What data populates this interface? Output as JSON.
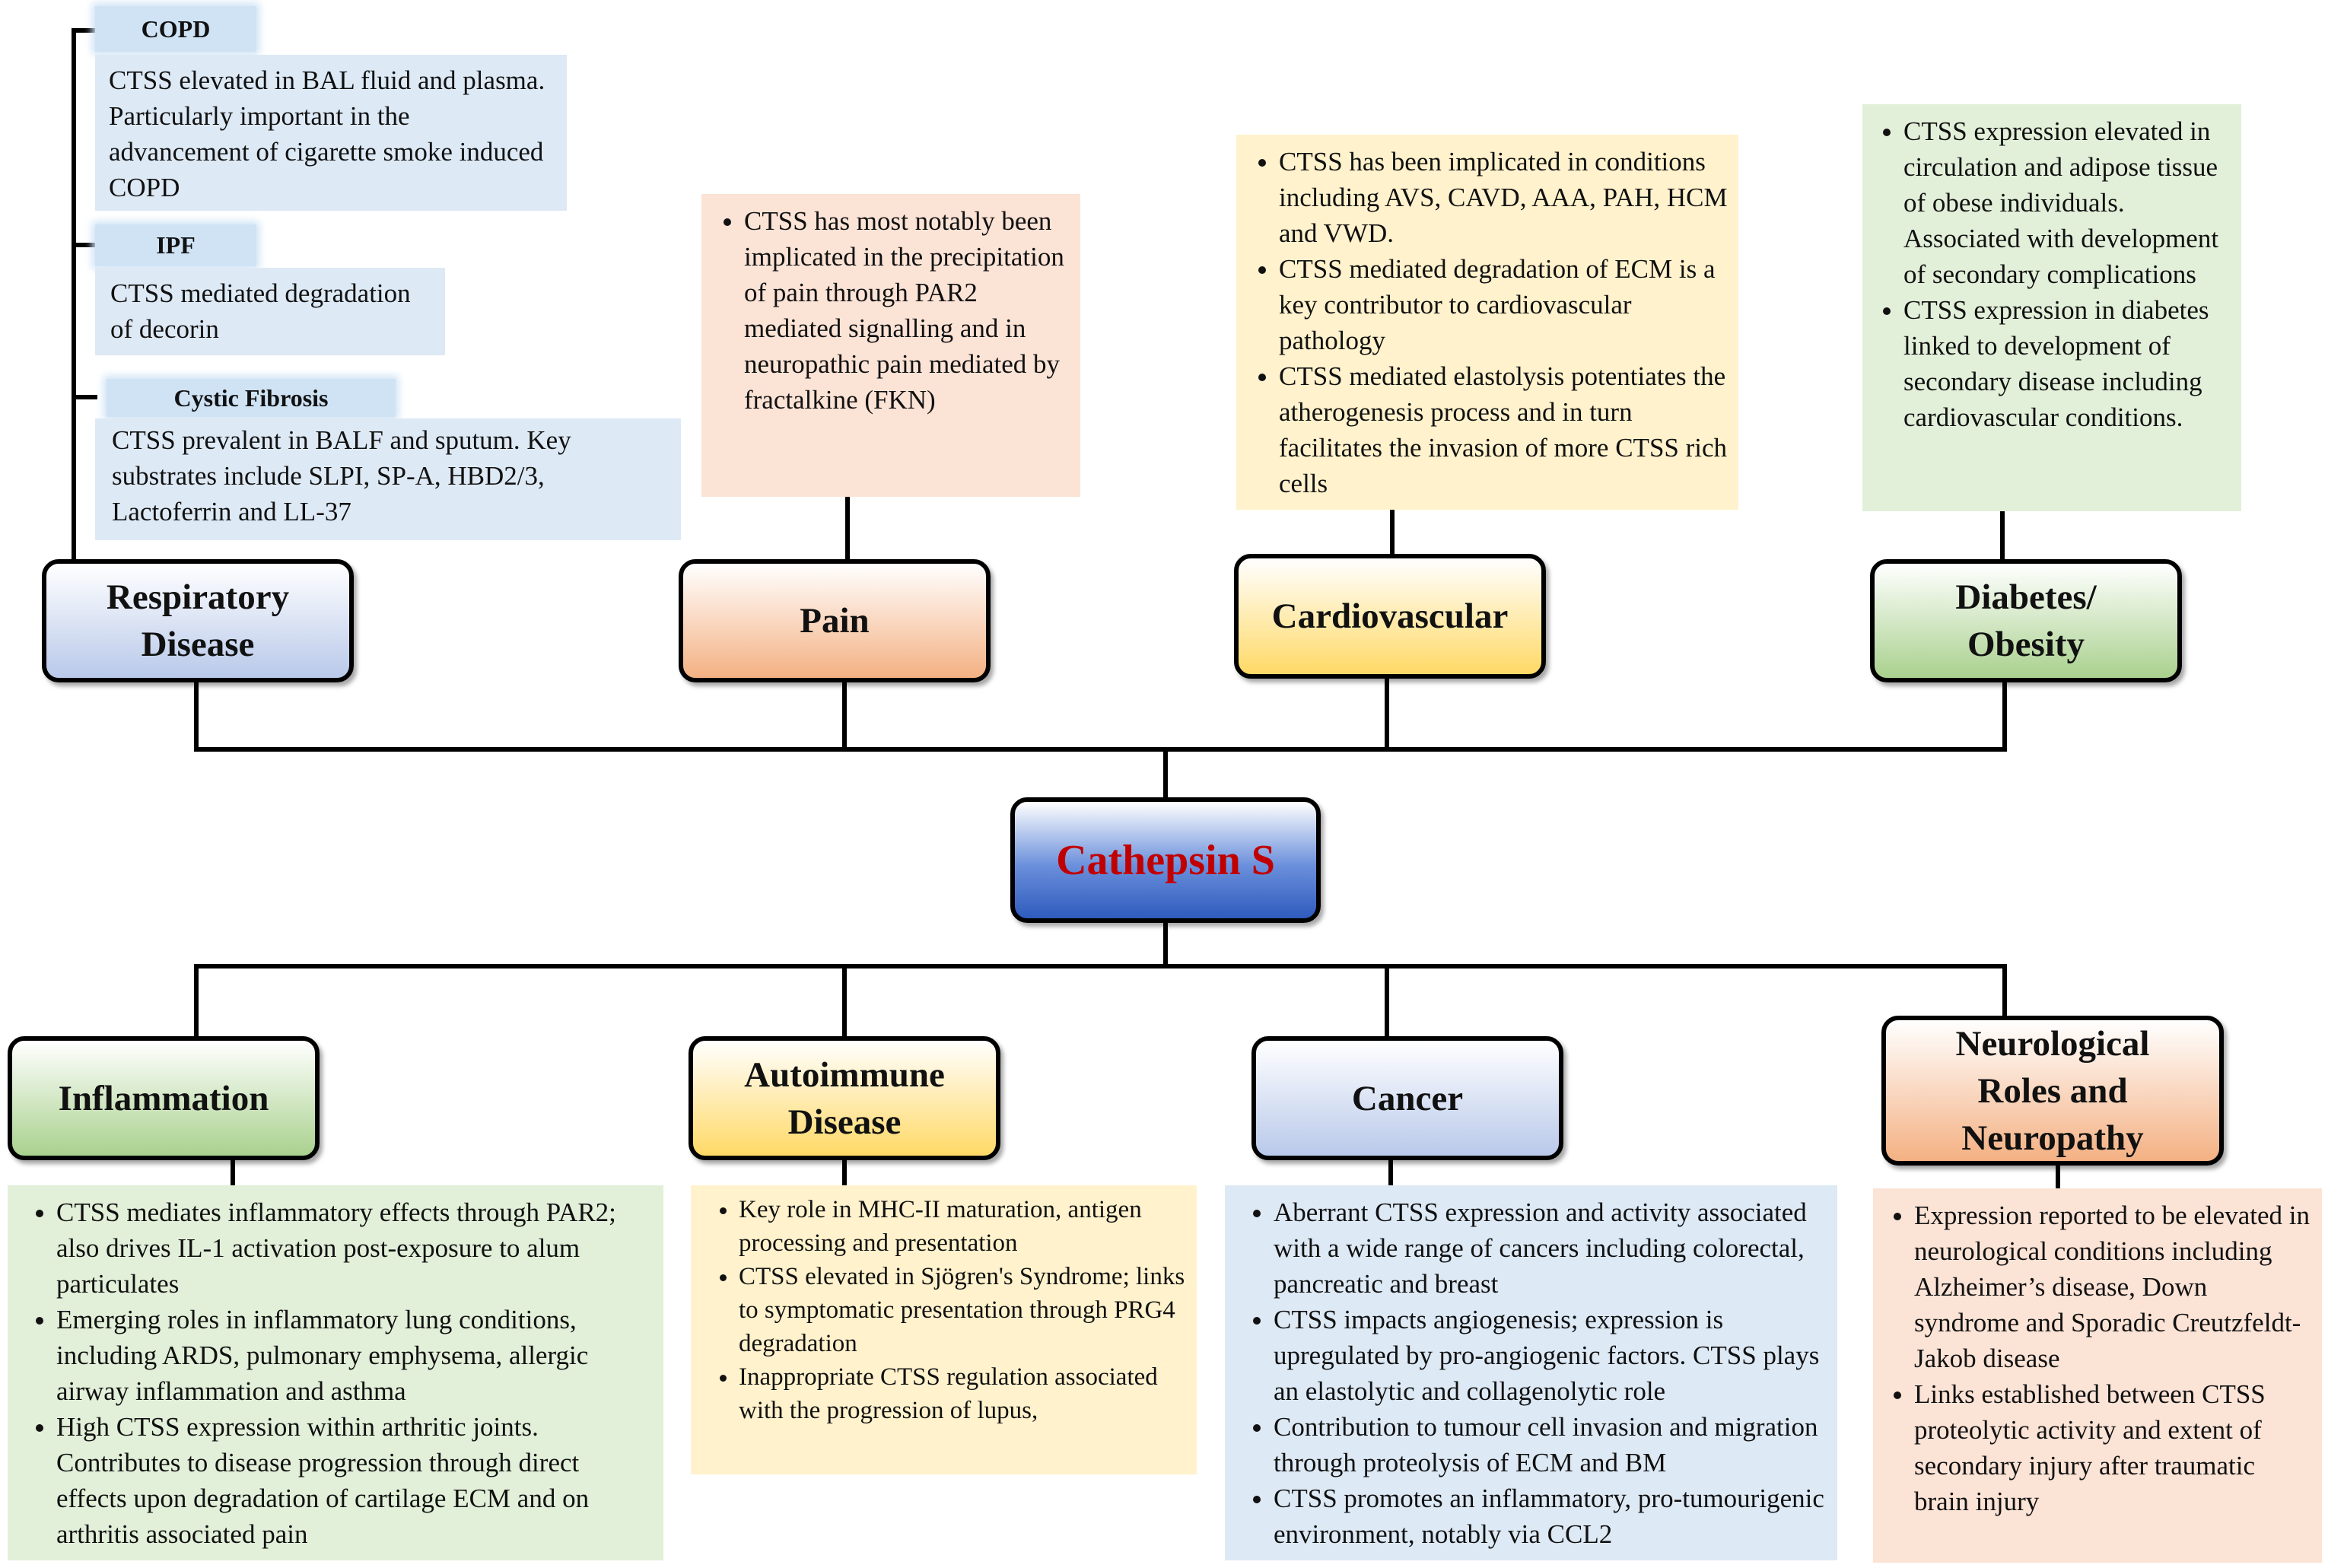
{
  "center": {
    "label": "Cathepsin S"
  },
  "nodes": {
    "respiratory": "Respiratory Disease",
    "pain": "Pain",
    "cardiovascular": "Cardiovascular",
    "diabetes": "Diabetes/ Obesity",
    "inflammation": "Inflammation",
    "autoimmune": "Autoimmune Disease",
    "cancer": "Cancer",
    "neurological": "Neurological Roles and Neuropathy"
  },
  "respiratory_sub": [
    {
      "tab": "COPD",
      "text": "CTSS elevated in BAL fluid and plasma. Particularly important in the advancement of cigarette smoke induced COPD"
    },
    {
      "tab": "IPF",
      "text": "CTSS mediated degradation of decorin"
    },
    {
      "tab": "Cystic Fibrosis",
      "text": "CTSS prevalent in BALF and sputum. Key substrates include SLPI, SP-A, HBD2/3, Lactoferrin and LL-37"
    }
  ],
  "notes": {
    "pain": [
      "CTSS has most notably been implicated in the precipitation of pain through PAR2 mediated signalling and in neuropathic pain mediated by fractalkine (FKN)"
    ],
    "cardiovascular": [
      "CTSS has been implicated in conditions including AVS, CAVD, AAA, PAH, HCM and VWD.",
      "CTSS mediated degradation of ECM is a key contributor to cardiovascular pathology",
      "CTSS mediated elastolysis potentiates the atherogenesis process and in turn facilitates the invasion of more CTSS rich cells"
    ],
    "diabetes": [
      "CTSS expression elevated in circulation and adipose tissue of obese individuals. Associated with development of secondary complications",
      "CTSS expression in diabetes linked to development of secondary disease including cardiovascular conditions."
    ],
    "inflammation": [
      "CTSS mediates inflammatory effects through PAR2; also drives IL-1 activation post-exposure to alum particulates",
      "Emerging roles in inflammatory lung conditions, including ARDS, pulmonary emphysema, allergic airway inflammation and asthma",
      "High CTSS expression within arthritic joints. Contributes to disease progression through direct effects upon degradation of cartilage ECM and on arthritis associated pain"
    ],
    "autoimmune": [
      "Key role in MHC-II maturation, antigen processing and presentation",
      "CTSS elevated in Sjögren's Syndrome; links to symptomatic presentation through PRG4 degradation",
      "Inappropriate CTSS regulation associated with the progression of lupus,"
    ],
    "cancer": [
      "Aberrant CTSS expression and activity associated with a wide range of cancers including colorectal, pancreatic and breast",
      "CTSS impacts angiogenesis; expression is upregulated by pro-angiogenic factors. CTSS plays an elastolytic and collagenolytic role",
      "Contribution to tumour cell invasion and migration through proteolysis of ECM and BM",
      "CTSS promotes an inflammatory, pro-tumourigenic environment, notably via CCL2"
    ],
    "neurological": [
      "Expression reported to be elevated in neurological conditions including Alzheimer’s disease, Down syndrome and Sporadic Creutzfeldt-Jakob disease",
      "Links established between CTSS proteolytic activity and extent of secondary injury after traumatic brain injury"
    ]
  }
}
